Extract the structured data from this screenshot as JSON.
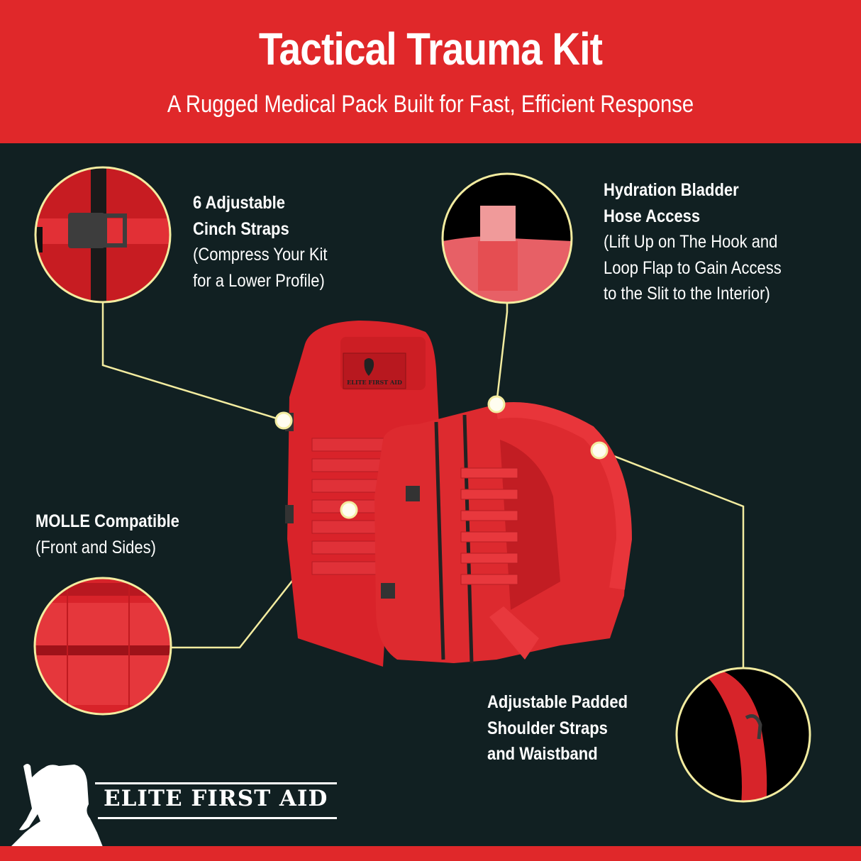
{
  "header": {
    "title": "Tactical Trauma Kit",
    "subtitle": "A Rugged Medical Pack Built for Fast, Efficient Response"
  },
  "colors": {
    "brand_red": "#e0282a",
    "background": "#112022",
    "callout_line": "#f3eca0",
    "text": "#ffffff"
  },
  "callouts": [
    {
      "id": "cinch-straps",
      "heading_lines": [
        "6 Adjustable",
        "Cinch Straps"
      ],
      "detail_lines": [
        "(Compress Your Kit",
        "for a Lower Profile)"
      ]
    },
    {
      "id": "hydration",
      "heading_lines": [
        "Hydration Bladder",
        "Hose Access"
      ],
      "detail_lines": [
        "(Lift Up on The Hook and",
        "Loop Flap to Gain Access",
        "to the Slit to the Interior)"
      ]
    },
    {
      "id": "molle",
      "heading_lines": [
        "MOLLE Compatible"
      ],
      "detail_lines": [
        "(Front and Sides)"
      ]
    },
    {
      "id": "shoulder-straps",
      "heading_lines": [
        "Adjustable Padded",
        "Shoulder Straps",
        "and Waistband"
      ],
      "detail_lines": []
    }
  ],
  "detail_images": [
    {
      "id": "buckle-closeup",
      "label": "cinch strap buckle close-up"
    },
    {
      "id": "velcro-closeup",
      "label": "hook and loop flap close-up"
    },
    {
      "id": "molle-closeup",
      "label": "MOLLE webbing close-up"
    },
    {
      "id": "strap-closeup",
      "label": "shoulder strap close-up"
    }
  ],
  "product": {
    "patch_text": "ELITE FIRST AID"
  },
  "logo": {
    "text": "ELITE FIRST AID"
  }
}
